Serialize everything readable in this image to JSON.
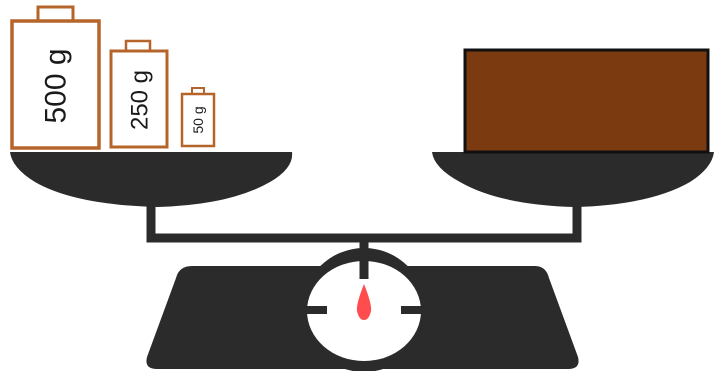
{
  "scene": {
    "left_pan": {
      "weights": [
        {
          "label": "500 g"
        },
        {
          "label": "250 g"
        },
        {
          "label": "50 g"
        }
      ]
    },
    "right_pan": {
      "object": "brown-block"
    },
    "dial": {
      "pointer": "centered"
    }
  },
  "colors": {
    "scale_body": "#2b2b2b",
    "weight_outline": "#b5652a",
    "block_fill": "#7b3a10",
    "block_outline": "#111111",
    "pointer": "#ff4d4d",
    "dial_face": "#ffffff"
  }
}
